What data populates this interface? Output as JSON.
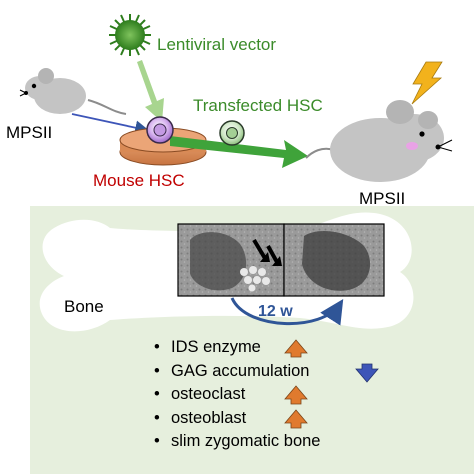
{
  "labels": {
    "lentiviral_vector": "Lentiviral vector",
    "transfected_hsc": "Transfected HSC",
    "mpsii_left": "MPSII",
    "mouse_hsc": "Mouse HSC",
    "mpsii_right": "MPSII",
    "bone": "Bone",
    "duration": "12 w"
  },
  "outcomes": [
    {
      "label": "IDS enzyme",
      "direction": "up"
    },
    {
      "label": "GAG accumulation",
      "direction": "down"
    },
    {
      "label": "osteoclast",
      "direction": "up"
    },
    {
      "label": "osteoblast",
      "direction": "up"
    },
    {
      "label": "slim zygomatic bone",
      "direction": "none"
    }
  ],
  "colors": {
    "panel_bg": "#e6efdd",
    "vector_green": "#3b8b2a",
    "hsc_red": "#c00000",
    "up_arrow": "#e07a2e",
    "down_arrow": "#3d55b8",
    "blue_arrow": "#2f5597",
    "mouse_gray": "#c4c4c4",
    "lightning": "#f2b21c"
  }
}
